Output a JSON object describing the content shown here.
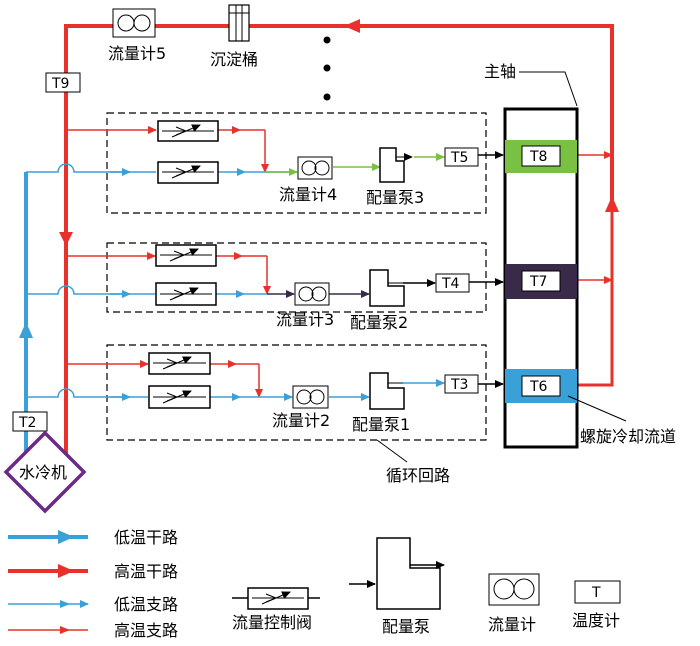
{
  "chiller": {
    "label": "水冷机"
  },
  "spindle": {
    "label": "主轴"
  },
  "spiral_channel": {
    "label": "螺旋冷却流道"
  },
  "loop": {
    "label": "循环回路"
  },
  "flowmeter5": {
    "label": "流量计5"
  },
  "sediment_tank": {
    "label": "沉淀桶"
  },
  "temps": {
    "t2": "T2",
    "t3": "T3",
    "t4": "T4",
    "t5": "T5",
    "t6": "T6",
    "t7": "T7",
    "t8": "T8",
    "t9": "T9"
  },
  "branches": [
    {
      "flowmeter": "流量计4",
      "pump": "配量泵3"
    },
    {
      "flowmeter": "流量计3",
      "pump": "配量泵2"
    },
    {
      "flowmeter": "流量计2",
      "pump": "配量泵1"
    }
  ],
  "legend": {
    "lines": [
      {
        "label": "低温干路",
        "color": "#3aa0d8"
      },
      {
        "label": "高温干路",
        "color": "#e8312a"
      },
      {
        "label": "低温支路",
        "color": "#3aa0d8"
      },
      {
        "label": "高温支路",
        "color": "#e8312a"
      }
    ],
    "valve": "流量控制阀",
    "pump": "配量泵",
    "flowmeter": "流量计",
    "thermo_symbol": "T",
    "thermo": "温度计"
  },
  "colors": {
    "hot": "#e8312a",
    "cold": "#3aa0d8",
    "green": "#79c043",
    "dark": "#3a2a4a",
    "chiller": "#6a2a86"
  }
}
